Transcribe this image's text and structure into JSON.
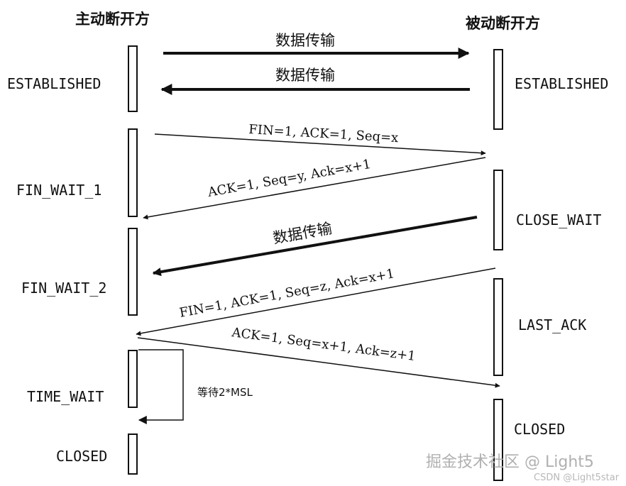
{
  "headers": {
    "active": "主动断开方",
    "passive": "被动断开方"
  },
  "left_states": [
    "ESTABLISHED",
    "FIN_WAIT_1",
    "FIN_WAIT_2",
    "TIME_WAIT",
    "CLOSED"
  ],
  "right_states": [
    "ESTABLISHED",
    "CLOSE_WAIT",
    "LAST_ACK",
    "CLOSED"
  ],
  "messages": [
    {
      "label": "数据传输",
      "direction": "right",
      "thick": true
    },
    {
      "label": "数据传输",
      "direction": "left",
      "thick": true
    },
    {
      "label": "FIN=1, ACK=1, Seq=x",
      "direction": "right",
      "thick": false
    },
    {
      "label": "ACK=1, Seq=y, Ack=x+1",
      "direction": "left",
      "thick": false
    },
    {
      "label": "数据传输",
      "direction": "left",
      "thick": true
    },
    {
      "label": "FIN=1, ACK=1, Seq=z, Ack=x+1",
      "direction": "left",
      "thick": false
    },
    {
      "label": "ACK=1, Seq=x+1, Ack=z+1",
      "direction": "right",
      "thick": false
    }
  ],
  "time_wait_note": "等待2*MSL",
  "watermark": {
    "main": "掘金技术社区 @ Light5",
    "sub": "CSDN @Light5star"
  }
}
